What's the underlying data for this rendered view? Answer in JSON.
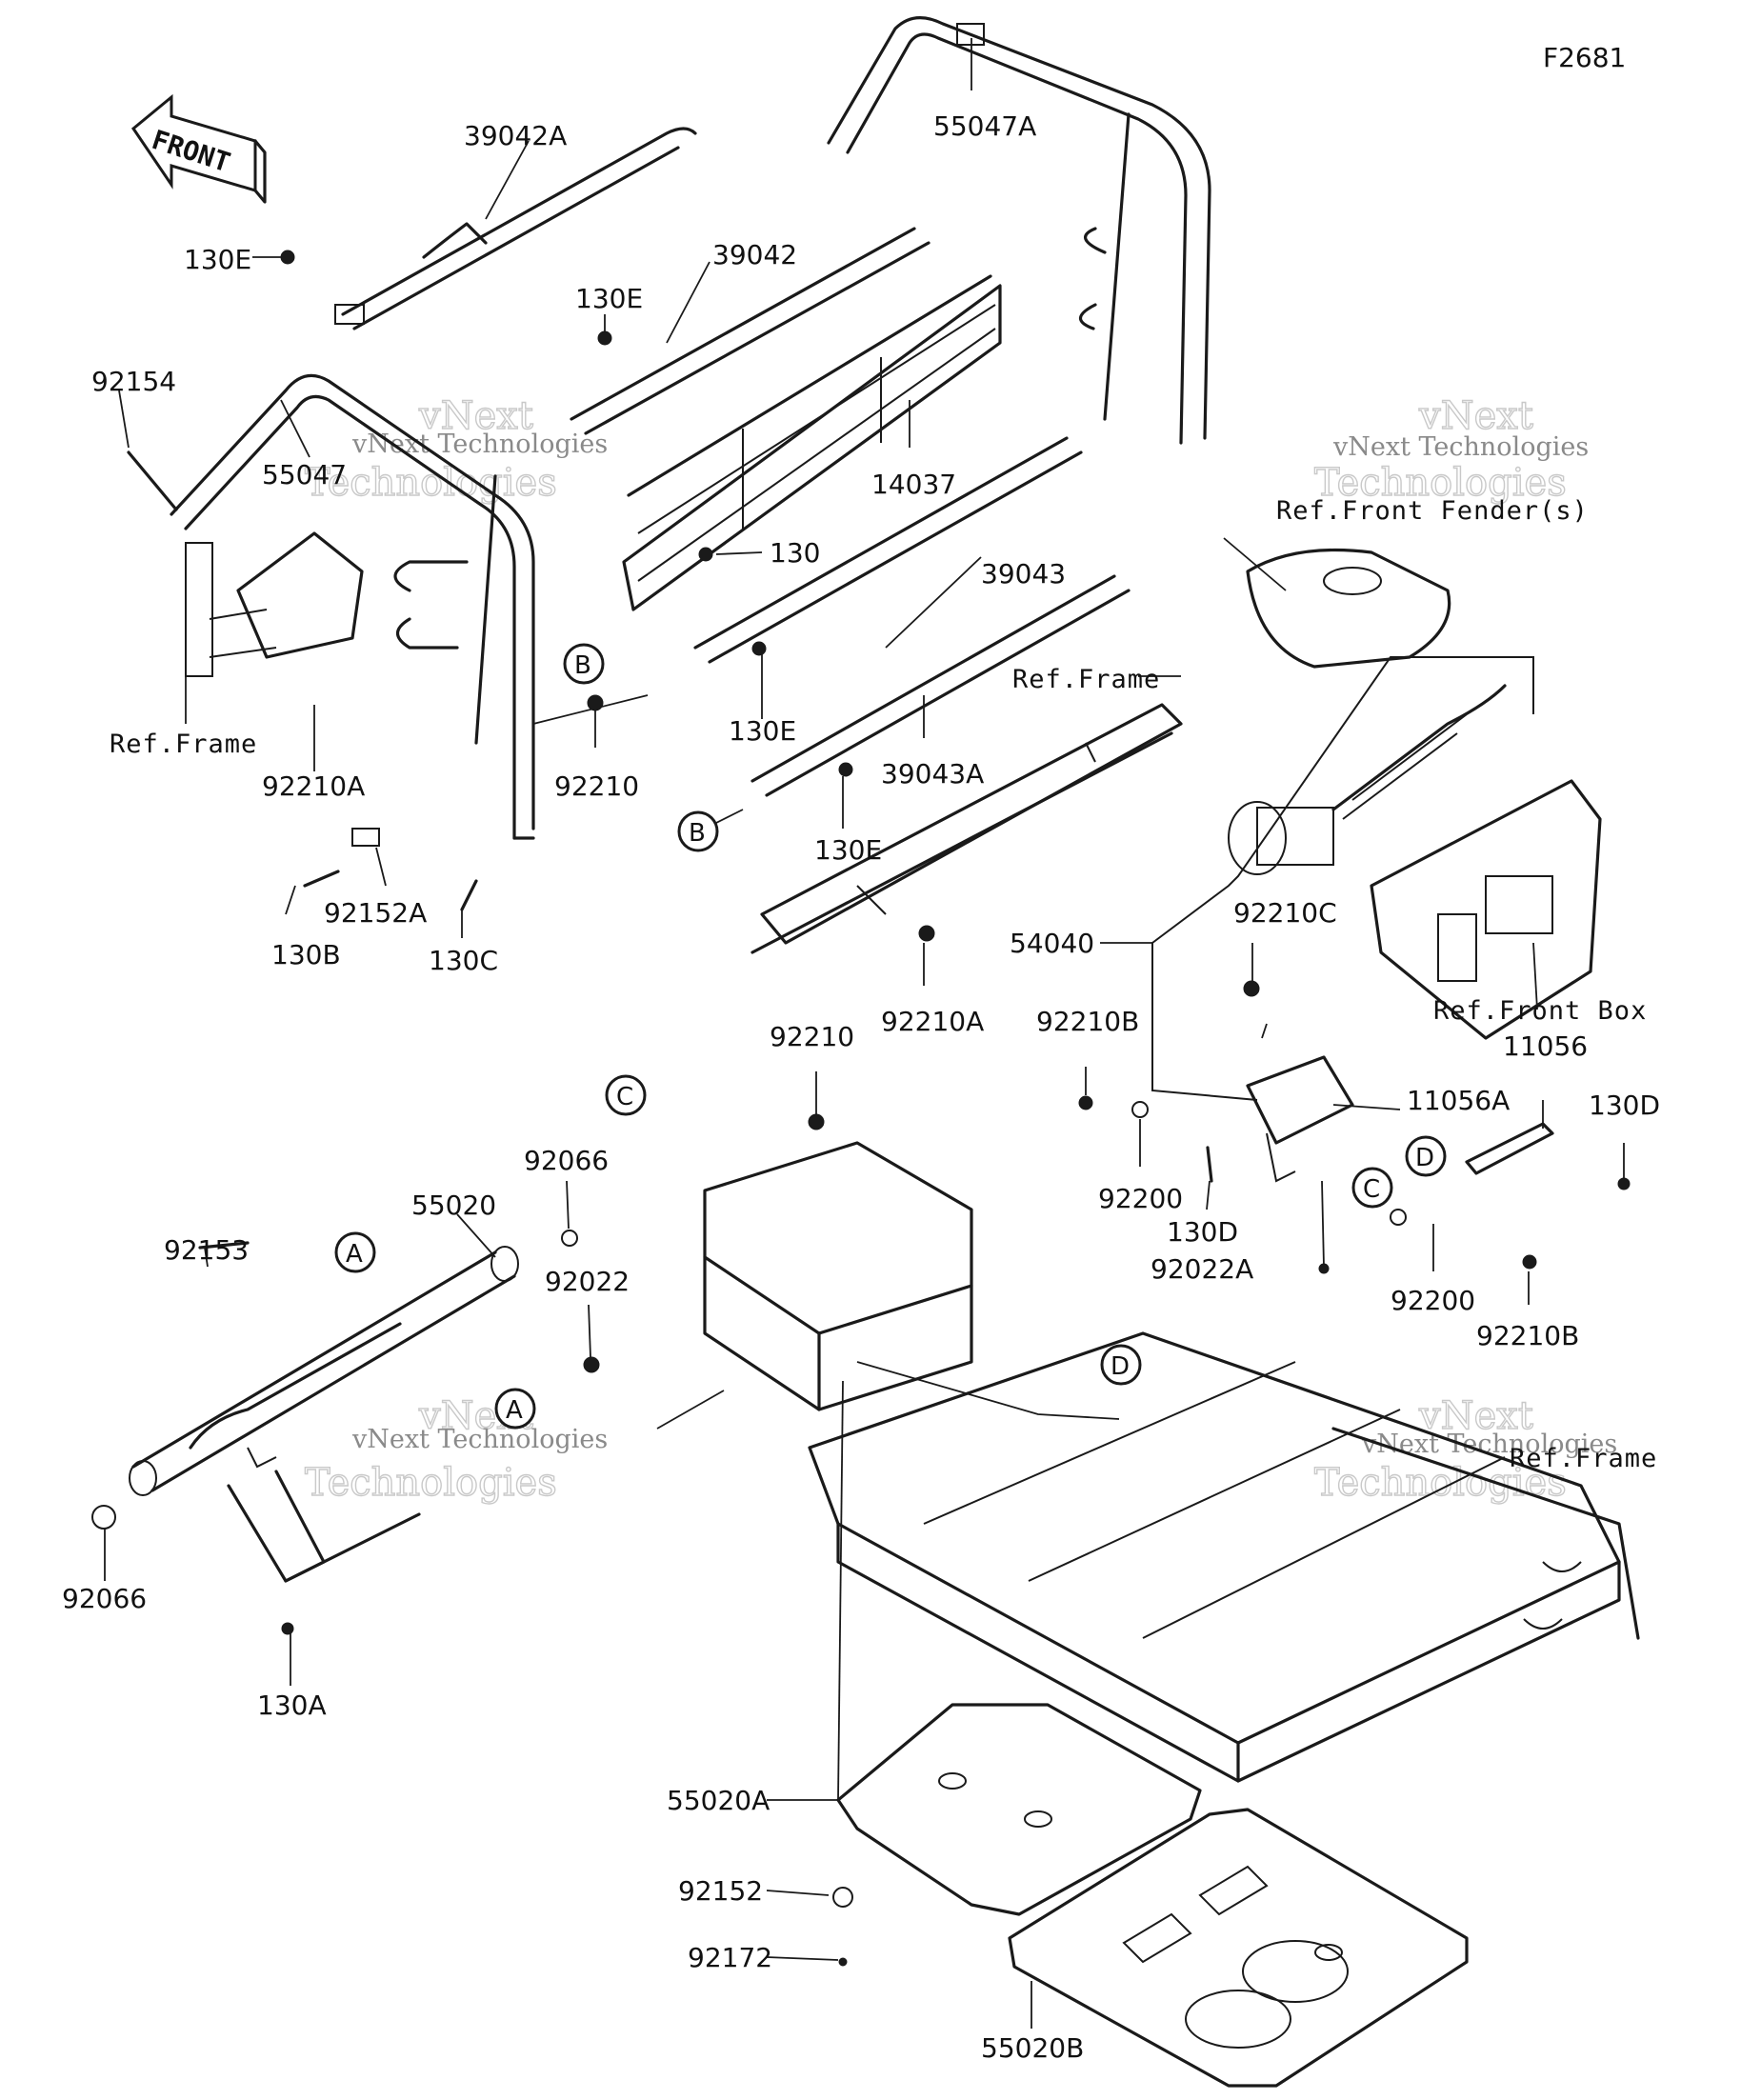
{
  "figure_code": "F2681",
  "front_arrow": "FRONT",
  "parts": {
    "p39042A": "39042A",
    "p55047A": "55047A",
    "p130E_1": "130E",
    "p39042": "39042",
    "p130E_2": "130E",
    "p92154": "92154",
    "p55047": "55047",
    "p14037": "14037",
    "p130": "130",
    "p39043": "39043",
    "p130E_3": "130E",
    "p39043A": "39043A",
    "p130E_4": "130E",
    "p92210A_1": "92210A",
    "p92210_1": "92210",
    "p92152A": "92152A",
    "p130B": "130B",
    "p130C": "130C",
    "p92210A_2": "92210A",
    "p54040": "54040",
    "p92210C": "92210C",
    "p92210B_1": "92210B",
    "p11056": "11056",
    "p11056A": "11056A",
    "p130D_1": "130D",
    "p92200_1": "92200",
    "p130D_2": "130D",
    "p92022A": "92022A",
    "p92200_2": "92200",
    "p92210B_2": "92210B",
    "p92210_2": "92210",
    "p92066_1": "92066",
    "p55020": "55020",
    "p92153": "92153",
    "p92022": "92022",
    "p92066_2": "92066",
    "p130A": "130A",
    "p55020A": "55020A",
    "p92152": "92152",
    "p92172": "92172",
    "p55020B": "55020B"
  },
  "refs": {
    "ref_frame_1": "Ref.Frame",
    "ref_frame_2": "Ref.Frame",
    "ref_frame_3": "Ref.Frame",
    "ref_front_fender": "Ref.Front Fender(s)",
    "ref_front_box": "Ref.Front Box"
  },
  "callouts": {
    "A": "A",
    "B": "B",
    "C": "C",
    "D": "D"
  },
  "watermark": {
    "word1": "vNext",
    "word2": "Technologies",
    "line": "vNext Technologies"
  }
}
